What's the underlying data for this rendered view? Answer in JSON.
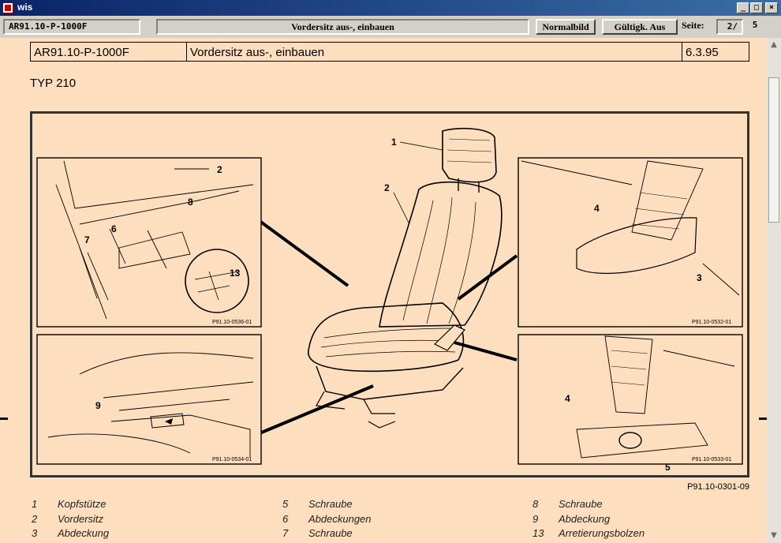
{
  "window": {
    "title": "wis"
  },
  "toolbar": {
    "doc_id": "AR91.10-P-1000F",
    "doc_title": "Vordersitz aus-, einbauen",
    "normalbild_label": "Normalbild",
    "gueltigkeit_label": "Gültigk. Aus",
    "seite_label": "Seite:",
    "page_current": "2/",
    "page_total": "5"
  },
  "document": {
    "header": {
      "code": "AR91.10-P-1000F",
      "title": "Vordersitz aus-, einbauen",
      "date": "6.3.95"
    },
    "typ": "TYP  210",
    "figure_ref": "P91.10-0301-09",
    "figure": {
      "main_labels": [
        "1",
        "2"
      ],
      "tl_labels": [
        "2",
        "8",
        "6",
        "7",
        "13"
      ],
      "tl_code": "P91.10-0536-01",
      "bl_label": "9",
      "bl_code": "P91.10-0534-01",
      "tr_labels": [
        "4",
        "3"
      ],
      "tr_code": "P91.10-0532-01",
      "br_labels": [
        "4",
        "5"
      ],
      "br_code": "P91.10-0533-01"
    },
    "legend": [
      {
        "num": "1",
        "text": "Kopfstütze"
      },
      {
        "num": "2",
        "text": "Vordersitz"
      },
      {
        "num": "3",
        "text": "Abdeckung"
      },
      {
        "num": "5",
        "text": "Schraube"
      },
      {
        "num": "6",
        "text": "Abdeckungen"
      },
      {
        "num": "7",
        "text": "Schraube"
      },
      {
        "num": "8",
        "text": "Schraube"
      },
      {
        "num": "9",
        "text": "Abdeckung"
      },
      {
        "num": "13",
        "text": "Arretierungsbolzen"
      }
    ]
  },
  "colors": {
    "page_background": "#fddfbf",
    "titlebar": "#0a246a",
    "chrome": "#d4d0c8"
  },
  "icons": {
    "minimize": "_",
    "maximize": "□",
    "close": "×",
    "scroll_up": "▲",
    "scroll_down": "▼"
  }
}
